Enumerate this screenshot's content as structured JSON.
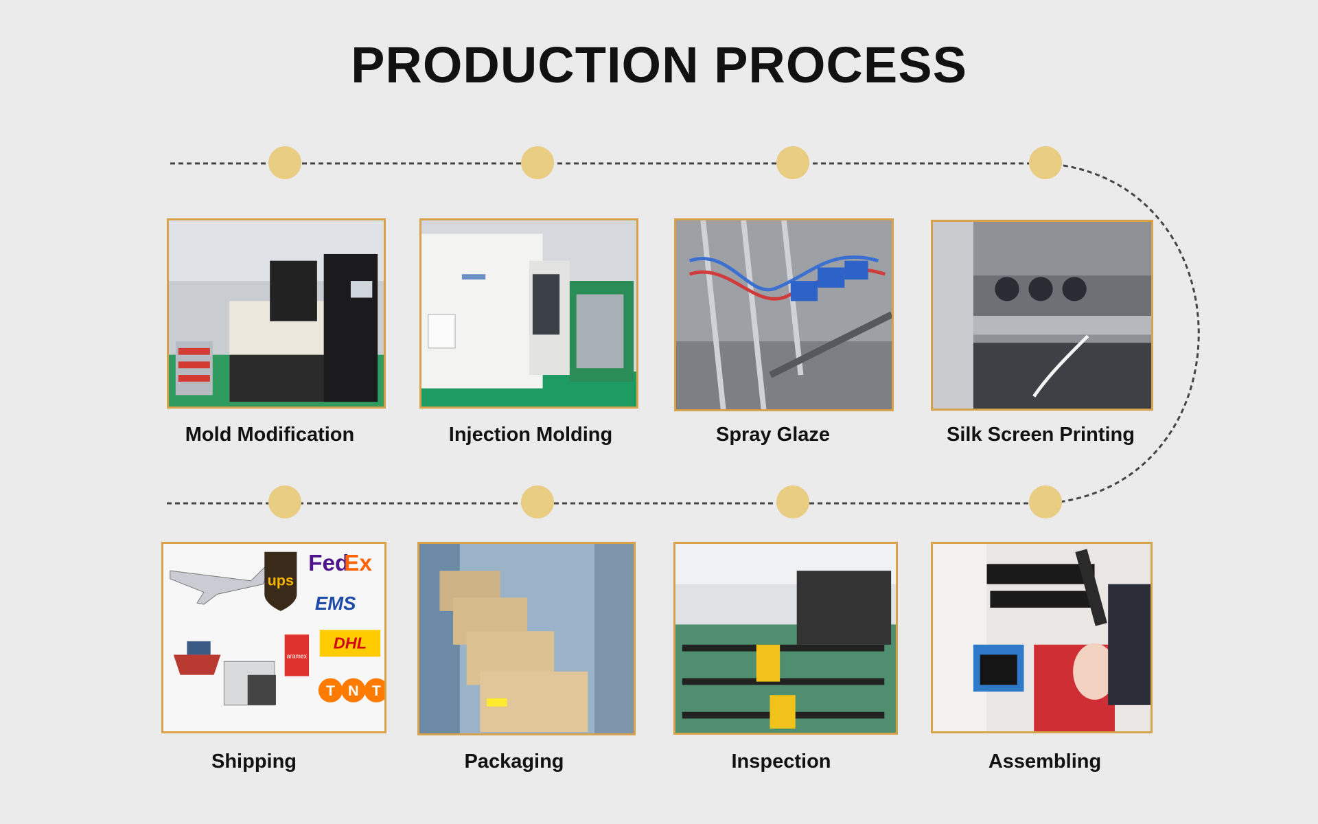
{
  "title": "PRODUCTION PROCESS",
  "colors": {
    "background": "#ebebeb",
    "node": "#e8cd82",
    "frame": "#d7a24a",
    "line": "#444444"
  },
  "steps": [
    {
      "label": "Mold Modification",
      "icon": "edm-machine-photo"
    },
    {
      "label": "Injection Molding",
      "icon": "injection-machine-photo"
    },
    {
      "label": "Spray Glaze",
      "icon": "spray-nozzles-photo"
    },
    {
      "label": "Silk Screen Printing",
      "icon": "printing-machine-photo"
    },
    {
      "label": "Assembling",
      "icon": "hands-assembling-photo"
    },
    {
      "label": "Inspection",
      "icon": "inspection-bench-photo"
    },
    {
      "label": "Packaging",
      "icon": "cardboard-boxes-photo"
    },
    {
      "label": "Shipping",
      "icon": "courier-logos-photo"
    }
  ],
  "shipping_logos": {
    "ups": "ups",
    "fedex_a": "Fed",
    "fedex_b": "Ex",
    "ems": "EMS",
    "dhl": "DHL",
    "aramex": "aramex",
    "tnt": [
      "T",
      "N",
      "T"
    ]
  }
}
